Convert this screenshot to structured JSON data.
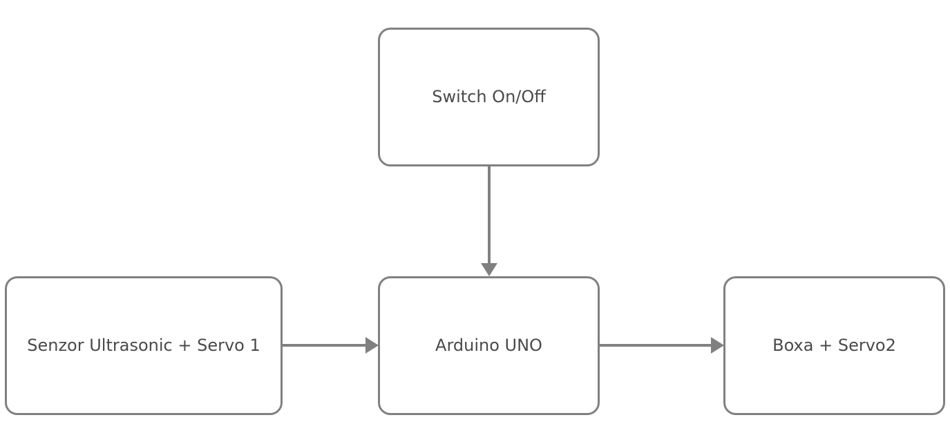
{
  "nodes": {
    "switch": {
      "label": "Switch On/Off"
    },
    "sensor": {
      "label": "Senzor Ultrasonic + Servo 1"
    },
    "arduino": {
      "label": "Arduino UNO"
    },
    "boxa": {
      "label": "Boxa + Servo2"
    }
  },
  "edges": [
    {
      "from": "switch",
      "to": "arduino"
    },
    {
      "from": "sensor",
      "to": "arduino"
    },
    {
      "from": "arduino",
      "to": "boxa"
    }
  ],
  "colors": {
    "stroke": "#808080",
    "text": "#4a4a4a",
    "background": "#ffffff"
  }
}
